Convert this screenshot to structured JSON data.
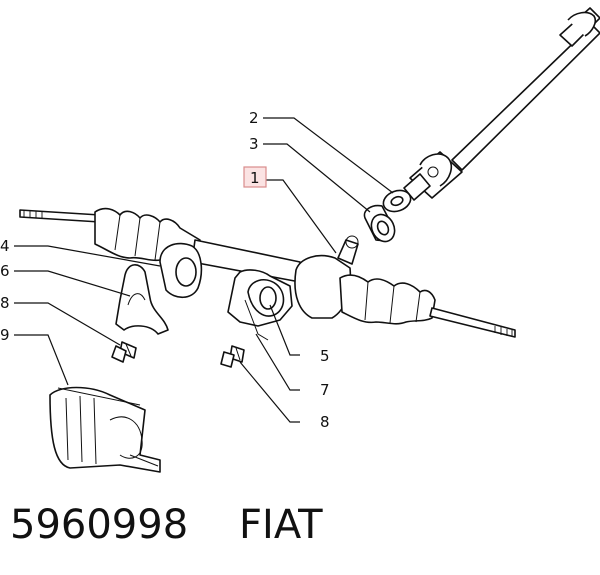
{
  "callouts": [
    {
      "id": "1",
      "label": "1",
      "highlight": true
    },
    {
      "id": "2",
      "label": "2"
    },
    {
      "id": "3",
      "label": "3"
    },
    {
      "id": "4",
      "label": "4"
    },
    {
      "id": "5",
      "label": "5"
    },
    {
      "id": "6",
      "label": "6"
    },
    {
      "id": "7",
      "label": "7"
    },
    {
      "id": "8a",
      "label": "8"
    },
    {
      "id": "8b",
      "label": "8"
    },
    {
      "id": "9",
      "label": "9"
    }
  ],
  "caption": {
    "part_number": "5960998",
    "brand": "FIAT"
  },
  "colors": {
    "highlight_border": "#d98c8c",
    "highlight_fill": "#fbe3e3",
    "ink": "#111111"
  }
}
